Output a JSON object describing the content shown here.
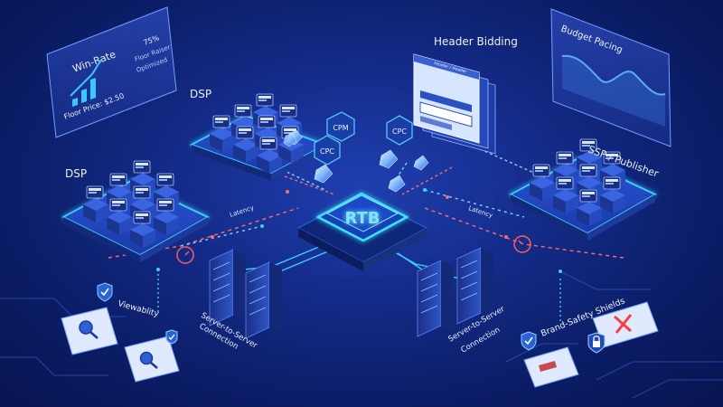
{
  "center": {
    "label": "RTB"
  },
  "nodes": {
    "dsp_top": "DSP",
    "dsp_left": "DSP",
    "ssp": "SSP / Publisher",
    "header_bidding": "Header Bidding",
    "budget_pacing": "Budget Pacing"
  },
  "win_rate": {
    "title": "Win-Rate",
    "value": "75%",
    "line1": "Floor Raiser",
    "line2": "Optimized",
    "floor_price": "Floor Price: $2.50"
  },
  "header_bidding_tab": "Header / Header",
  "pricing": {
    "cpm": "CPM",
    "cpc_left": "CPC",
    "cpc_right": "CPC"
  },
  "latency": {
    "left": "Latency",
    "right": "Latency"
  },
  "server_left": {
    "line1": "Server-to-Server",
    "line2": "Connection"
  },
  "server_right": {
    "line1": "Server-to-Server",
    "line2": "Connection"
  },
  "viewability": "Viewablity",
  "brand_safety": "Brand-Safety Shields",
  "colors": {
    "accent": "#39d3ff",
    "alert": "#ff4a4a",
    "background": "#142c8a"
  },
  "icons": [
    "bar-chart-icon",
    "wave-chart-icon",
    "shield-check-icon",
    "magnifier-icon",
    "lock-icon",
    "close-icon",
    "crystal-icon",
    "stopwatch-icon"
  ]
}
